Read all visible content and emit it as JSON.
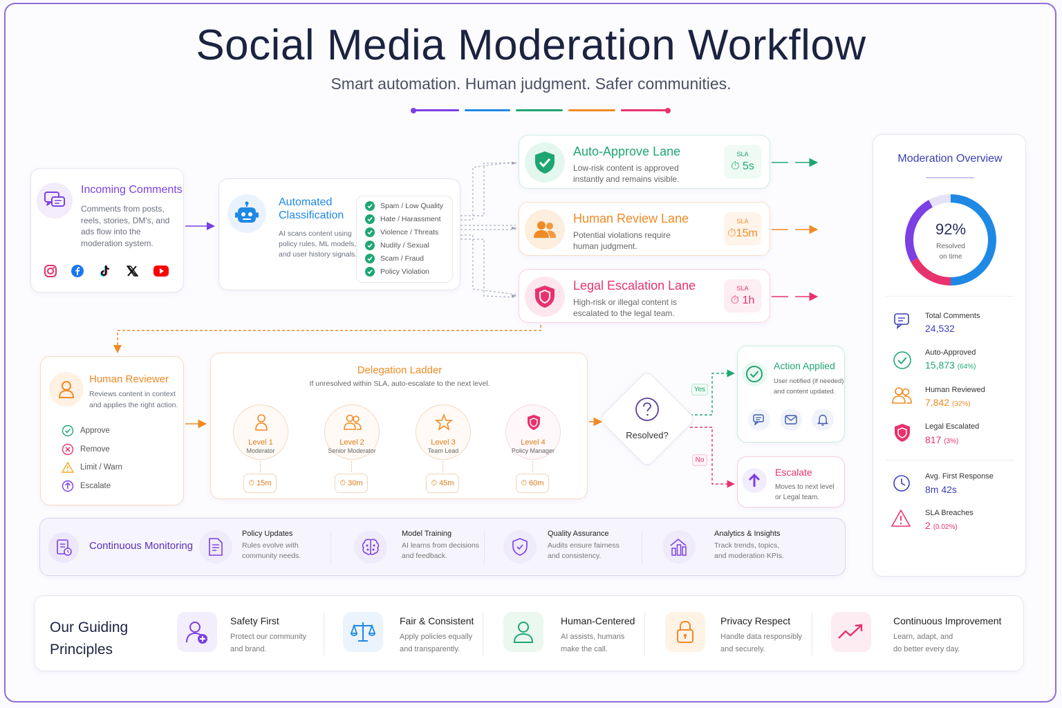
{
  "header": {
    "title": "Social Media Moderation Workflow",
    "subtitle": "Smart automation. Human judgment. Safer communities."
  },
  "colors": {
    "purple": "#7b3fe4",
    "blue": "#1e88e5",
    "green": "#1ea672",
    "orange": "#f08a24",
    "pink": "#e8326e"
  },
  "incoming": {
    "title": "Incoming Comments",
    "desc": [
      "Comments from posts,",
      "reels, stories, DM's, and",
      "ads flow into the",
      "moderation system."
    ],
    "platforms": [
      "instagram-icon",
      "facebook-icon",
      "tiktok-icon",
      "x-icon",
      "youtube-icon"
    ]
  },
  "classification": {
    "title": [
      "Automated",
      "Classification"
    ],
    "desc": [
      "AI scans content using",
      "policy rules, ML models,",
      "and user history signals."
    ],
    "categories": [
      "Spam / Low Quality",
      "Hate / Harassment",
      "Violence / Threats",
      "Nudity / Sexual",
      "Scam / Fraud",
      "Policy Violation"
    ]
  },
  "lanes": [
    {
      "title": "Auto-Approve Lane",
      "desc": [
        "Low-risk content is approved",
        "instantly and remains visible."
      ],
      "sla_label": "SLA",
      "sla": "5s"
    },
    {
      "title": "Human Review Lane",
      "desc": [
        "Potential violations require",
        "human judgment."
      ],
      "sla_label": "SLA",
      "sla": "15m"
    },
    {
      "title": "Legal Escalation Lane",
      "desc": [
        "High-risk or illegal content is",
        "escalated to the legal team."
      ],
      "sla_label": "SLA",
      "sla": "1h"
    }
  ],
  "reviewer": {
    "title": "Human Reviewer",
    "desc": [
      "Reviews content in context",
      "and applies the right action."
    ],
    "actions": [
      "Approve",
      "Remove",
      "Limit / Warn",
      "Escalate"
    ]
  },
  "ladder": {
    "title": "Delegation Ladder",
    "desc": "If unresolved within SLA, auto-escalate to the next level.",
    "levels": [
      {
        "name": "Level 1",
        "role": "Moderator",
        "time": "15m"
      },
      {
        "name": "Level 2",
        "role": "Senior Moderator",
        "time": "30m"
      },
      {
        "name": "Level 3",
        "role": "Team Lead",
        "time": "45m"
      },
      {
        "name": "Level 4",
        "role": "Policy Manager",
        "time": "60m"
      }
    ]
  },
  "decision": {
    "label": "Resolved?",
    "yes": "Yes",
    "no": "No"
  },
  "action_applied": {
    "title": "Action Applied",
    "desc": [
      "User notified (if needed)",
      "and content updated."
    ]
  },
  "escalate": {
    "title": "Escalate",
    "desc": [
      "Moves to next level",
      "or Legal team."
    ]
  },
  "overview": {
    "title": "Moderation Overview",
    "donut": {
      "percent": "92%",
      "label": [
        "Resolved",
        "on time"
      ],
      "segments": [
        {
          "color": "#1e88e5",
          "value": 0.5
        },
        {
          "color": "#e8326e",
          "value": 0.17
        },
        {
          "color": "#7b3fe4",
          "value": 0.25
        },
        {
          "color": "#e6e2f5",
          "value": 0.08
        }
      ]
    },
    "stats": [
      {
        "label": "Total Comments",
        "value": "24,532",
        "pct": ""
      },
      {
        "label": "Auto-Approved",
        "value": "15,873",
        "pct": "(64%)"
      },
      {
        "label": "Human Reviewed",
        "value": "7,842",
        "pct": "(32%)"
      },
      {
        "label": "Legal Escalated",
        "value": "817",
        "pct": "(3%)"
      },
      {
        "label": "Avg. First Response",
        "value": "8m 42s",
        "pct": ""
      },
      {
        "label": "SLA Breaches",
        "value": "2",
        "pct": "(0.02%)"
      }
    ]
  },
  "monitoring": {
    "title": "Continuous Monitoring",
    "items": [
      {
        "title": "Policy Updates",
        "desc": [
          "Rules evolve with",
          "community needs."
        ]
      },
      {
        "title": "Model Training",
        "desc": [
          "AI learns from decisions",
          "and feedback."
        ]
      },
      {
        "title": "Quality Assurance",
        "desc": [
          "Audits ensure fairness",
          "and consistency."
        ]
      },
      {
        "title": "Analytics & Insights",
        "desc": [
          "Track trends, topics,",
          "and moderation KPIs."
        ]
      }
    ]
  },
  "principles": {
    "title": [
      "Our Guiding",
      "Principles"
    ],
    "items": [
      {
        "title": "Safety First",
        "desc": [
          "Protect our community",
          "and brand."
        ]
      },
      {
        "title": "Fair & Consistent",
        "desc": [
          "Apply policies equally",
          "and transparently."
        ]
      },
      {
        "title": "Human-Centered",
        "desc": [
          "AI assists, humans",
          "make the call."
        ]
      },
      {
        "title": "Privacy Respect",
        "desc": [
          "Handle data responsibly",
          "and securely."
        ]
      },
      {
        "title": "Continuous Improvement",
        "desc": [
          "Learn, adapt, and",
          "do better every day."
        ]
      }
    ]
  }
}
